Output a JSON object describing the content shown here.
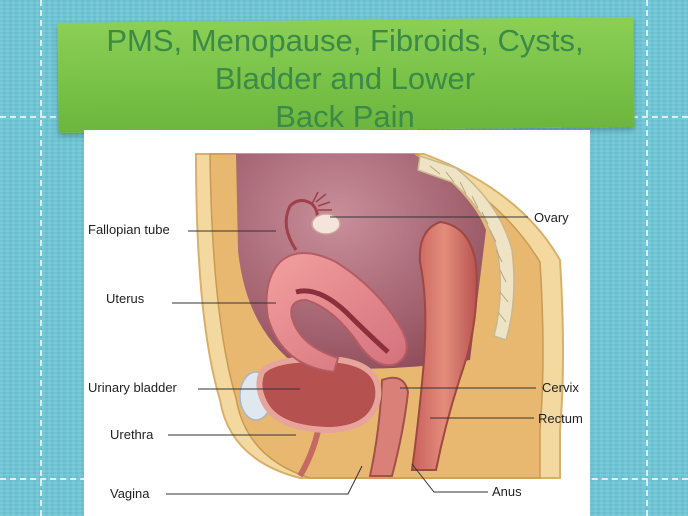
{
  "slide": {
    "title": "PMS, Menopause, Fibroids, Cysts,\nBladder and Lower\nBack Pain"
  },
  "labels": {
    "fallopian_tube": "Fallopian tube",
    "uterus": "Uterus",
    "urinary_bladder": "Urinary bladder",
    "urethra": "Urethra",
    "vagina": "Vagina",
    "ovary": "Ovary",
    "cervix": "Cervix",
    "rectum": "Rectum",
    "anus": "Anus"
  },
  "colors": {
    "background": "#6cc6d6",
    "banner": "#7cc44b",
    "title_text": "#3b8a48",
    "panel": "#ffffff"
  }
}
